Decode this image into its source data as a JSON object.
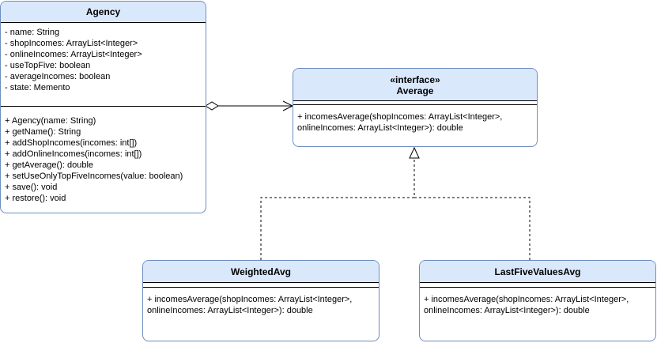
{
  "agency": {
    "name": "Agency",
    "attributes": [
      "- name: String",
      "- shopIncomes: ArrayList<Integer>",
      "- onlineIncomes: ArrayList<Integer>",
      "- useTopFive: boolean",
      "- averageIncomes: boolean",
      "- state: Memento"
    ],
    "methods": [
      "+ Agency(name: String)",
      "+ getName(): String",
      "+ addShopIncomes(incomes: int[])",
      "+ addOnlineIncomes(incomes: int[])",
      "+ getAverage(): double",
      "+ setUseOnlyTopFiveIncomes(value: boolean)",
      "+ save(): void",
      "+ restore(): void"
    ]
  },
  "average": {
    "stereotype": "«interface»",
    "name": "Average",
    "methods": [
      "+ incomesAverage(shopIncomes: ArrayList<Integer>,",
      "onlineIncomes: ArrayList<Integer>): double"
    ]
  },
  "weighted_avg": {
    "name": "WeightedAvg",
    "methods": [
      "+ incomesAverage(shopIncomes: ArrayList<Integer>,",
      "onlineIncomes: ArrayList<Integer>): double"
    ]
  },
  "last_five_values_avg": {
    "name": "LastFiveValuesAvg",
    "methods": [
      "+ incomesAverage(shopIncomes: ArrayList<Integer>,",
      "onlineIncomes: ArrayList<Integer>): double"
    ]
  },
  "relations": [
    {
      "type": "aggregation",
      "from": "Agency",
      "to": "Average"
    },
    {
      "type": "realization",
      "from": "WeightedAvg",
      "to": "Average"
    },
    {
      "type": "realization",
      "from": "LastFiveValuesAvg",
      "to": "Average"
    }
  ]
}
